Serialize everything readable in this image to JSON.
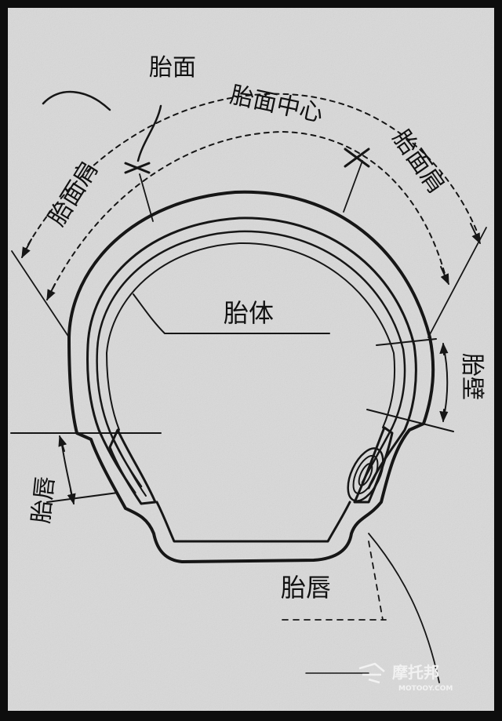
{
  "labels": {
    "tread": "胎面",
    "tread_center": "胎面中心",
    "shoulder_left": "胎面肩",
    "shoulder_right": "胎面肩",
    "carcass": "胎体",
    "sidewall": "胎壁",
    "bead_left": "胎唇",
    "bead_bottom": "胎唇"
  },
  "watermark": {
    "brand": "摩托邦",
    "site": "MOTOOY.COM",
    "icon": "motorcycle-logo-icon"
  },
  "colors": {
    "border": "#0d0d0d",
    "paper": "#d9d9d9",
    "ink": "#161616"
  }
}
